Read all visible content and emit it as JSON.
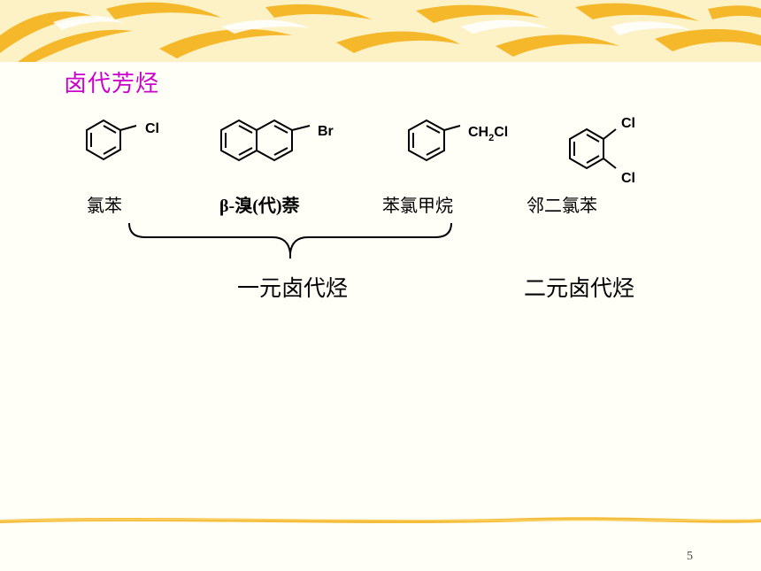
{
  "slide": {
    "title": "卤代芳烃",
    "page_number": "5"
  },
  "compounds": [
    {
      "name": "氯苯",
      "substituent": "Cl"
    },
    {
      "name": "β-溴(代)萘",
      "substituent": "Br"
    },
    {
      "name": "苯氯甲烷",
      "substituent_main": "CH",
      "substituent_sub": "2",
      "substituent_tail": "Cl"
    },
    {
      "name": "邻二氯苯",
      "substituent_1": "Cl",
      "substituent_2": "Cl"
    }
  ],
  "groups": {
    "mono_label": "一元卤代烃",
    "di_label": "二元卤代烃"
  },
  "colors": {
    "title": "#cc00cc",
    "banner_streak": "#f5b21a",
    "background": "#fffff7"
  }
}
